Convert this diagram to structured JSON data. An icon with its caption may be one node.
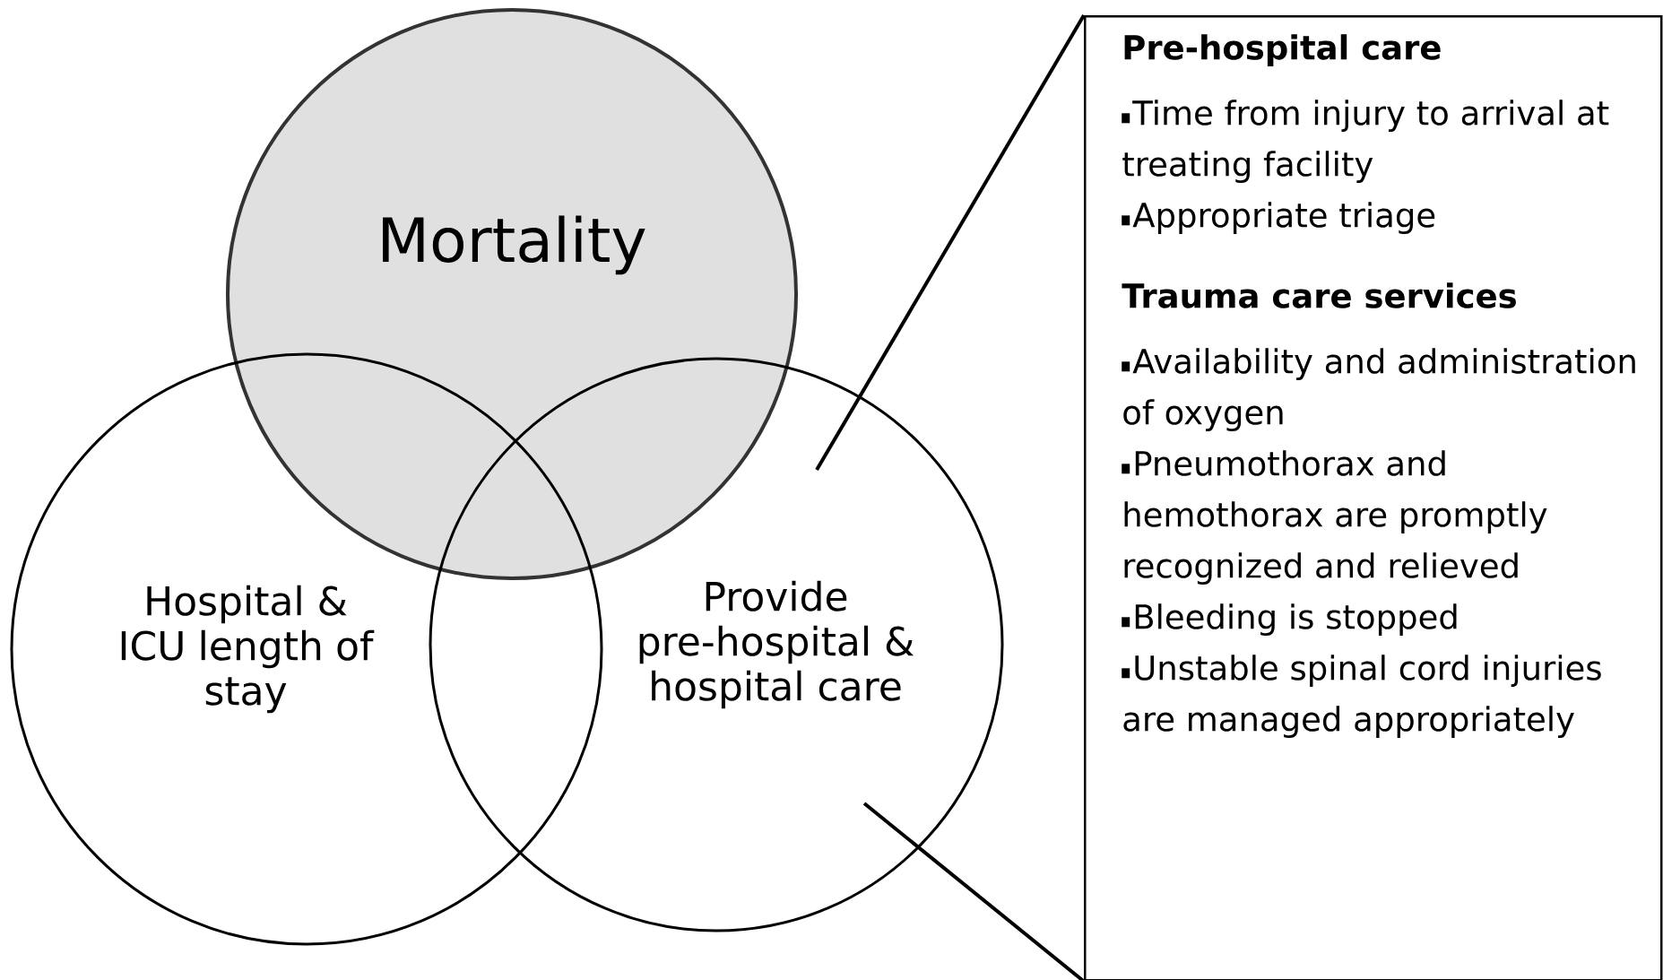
{
  "diagram": {
    "nodes": [
      {
        "text": [
          "Mortality"
        ]
      },
      {
        "text": [
          "Hospital & ICU length of stay"
        ]
      },
      {
        "text": [
          "Provide pre-hospital & hospital care"
        ]
      },
      {
        "text": [
          "Pre-hospital care",
          "Time from injury to arrival at treating facility",
          "Appropriate triage",
          "Trauma care services",
          "Availability and administration of oxygen",
          "Pneumothorax and hemothorax are promptly recognized and relieved",
          "Bleeding is stopped",
          "Unstable spinal cord injuries are managed appropriately"
        ]
      }
    ],
    "edges": [
      {
        "from": 2,
        "to": 3,
        "arrow": "none"
      },
      {
        "from": 2,
        "to": 3,
        "arrow": "none"
      }
    ]
  }
}
